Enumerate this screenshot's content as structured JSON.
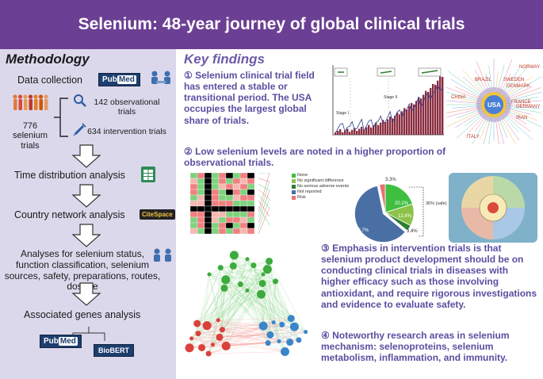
{
  "title": "Selenium: 48-year journey of global clinical trials",
  "methodology": {
    "title": "Methodology",
    "data_collection": "Data collection",
    "pubmed_logo": {
      "pub": "Pub",
      "med": "Med"
    },
    "trials_count": "776",
    "trials_label": "selenium trials",
    "observational": "142 observational trials",
    "intervention": "634 intervention trials",
    "time_distribution": "Time distribution analysis",
    "country_network": "Country network analysis",
    "citespace_logo": "CiteSpace",
    "analyses": "Analyses for selenium status, function classification, selenium sources, safety, preparations, routes, dosage",
    "associated_genes": "Associated genes analysis",
    "biobert_logo": "BioBERT"
  },
  "key_findings": {
    "title": "Key findings",
    "finding1": "① Selenium clinical trial field has entered a stable or transitional period. The USA occupies the largest global share of trials.",
    "finding2": "② Low selenium levels are noted in a higher proportion of observational trials.",
    "finding3": "③ Emphasis in intervention trials is that selenium product development should be on conducting clinical trials in diseases with higher efficacy such as those involving antioxidant, and require rigorous investigations and evidence to evaluate safety.",
    "finding4": "④ Noteworthy research areas in selenium mechanism: selenoproteins, selenium metabolism, inflammation, and immunity."
  },
  "pie": {
    "legend": [
      "None",
      "No significant difference",
      "No serious adverse events",
      "Not reported",
      "Risk"
    ],
    "colors": [
      "#3fbf3f",
      "#8bc34a",
      "#2e7d32",
      "#4a6fa5",
      "#e57373"
    ],
    "labels": {
      "risk": "3.3%",
      "none": "20.2%",
      "nsd": "12.4%",
      "nsae": "3.4%",
      "not_reported": "60.7%",
      "bracket": "36% (safe)"
    }
  },
  "map_labels": {
    "usa": "USA",
    "china": "CHINA",
    "brazil": "BRAZIL",
    "sweden": "SWEDEN",
    "denmark": "DENMARK",
    "norway": "NORWAY",
    "france": "FRANCE",
    "germany": "GERMANY",
    "iran": "IRAN",
    "italy": "ITALY"
  },
  "timeline_labels": {
    "stage1": "Stage I",
    "stage2": "Stage II"
  }
}
